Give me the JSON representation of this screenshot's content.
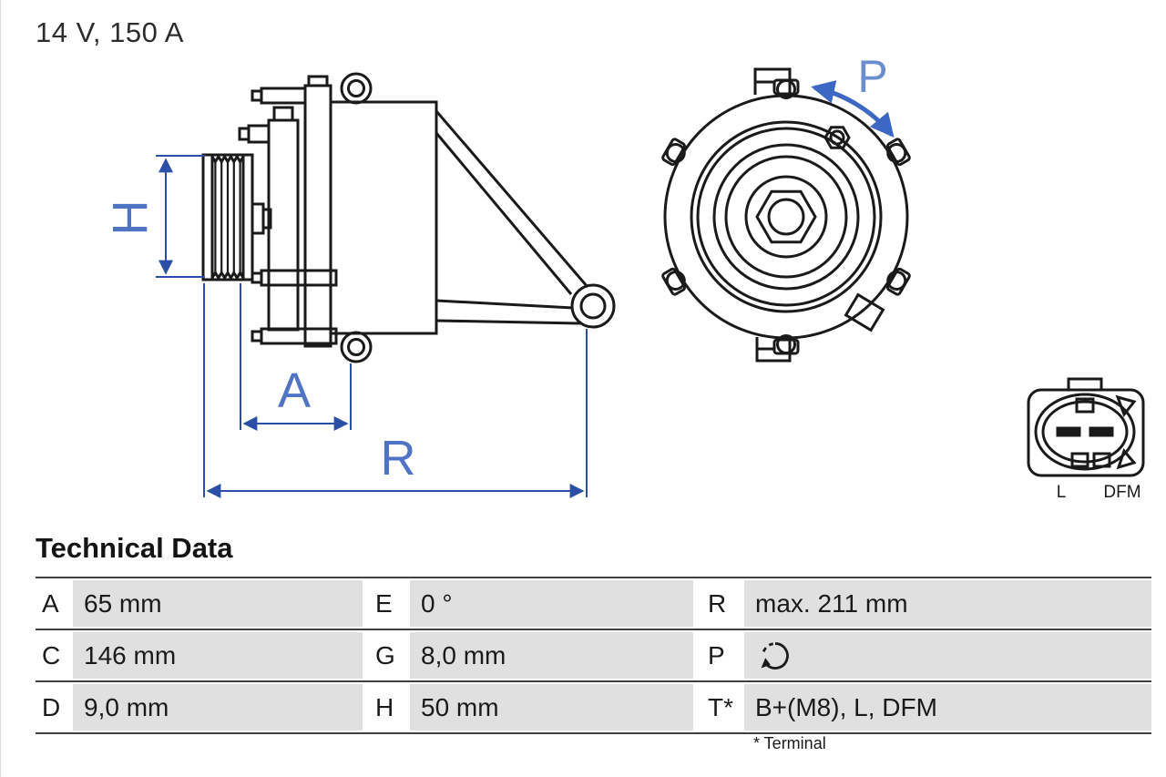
{
  "product": {
    "rating": "14 V, 150 A"
  },
  "drawing": {
    "dimension_labels": {
      "height": "H",
      "pulley_offset": "A",
      "total_length": "R",
      "rotation": "P"
    },
    "connector_labels": {
      "left": "L",
      "right": "DFM"
    }
  },
  "table": {
    "title": "Technical Data",
    "rows": [
      {
        "c1": {
          "key": "A",
          "value": "65 mm"
        },
        "c2": {
          "key": "E",
          "value": "0 °"
        },
        "c3": {
          "key": "R",
          "value": "max. 211 mm"
        }
      },
      {
        "c1": {
          "key": "C",
          "value": "146 mm"
        },
        "c2": {
          "key": "G",
          "value": "8,0 mm"
        },
        "c3": {
          "key": "P",
          "value": ""
        }
      },
      {
        "c1": {
          "key": "D",
          "value": "9,0 mm"
        },
        "c2": {
          "key": "H",
          "value": "50 mm"
        },
        "c3": {
          "key": "T*",
          "value": "B+(M8), L, DFM"
        }
      }
    ],
    "footnote": "* Terminal"
  },
  "colors": {
    "dimension_line": "#2b4fa6",
    "dimension_label": "#4f74c4",
    "rotation_arrow": "#3c67c3",
    "drawing_line": "#1a1a1a",
    "table_value_bg": "#e0e0e1",
    "table_rule": "#3f3f3f"
  }
}
